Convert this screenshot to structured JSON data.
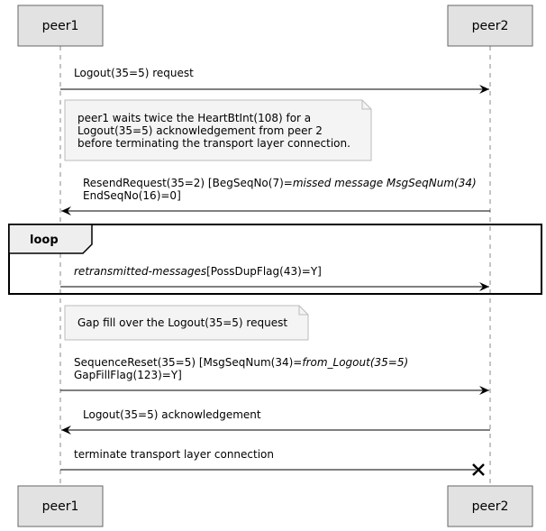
{
  "participants": {
    "left": "peer1",
    "right": "peer2"
  },
  "messages": {
    "m1": "Logout(35=5) request",
    "m2_line1_a": "ResendRequest(35=2) [BegSeqNo(7)=",
    "m2_line1_b": "missed message MsgSeqNum(34)",
    "m2_line2": "EndSeqNo(16)=0]",
    "m3_a": "retransmitted-messages",
    "m3_b": "[PossDupFlag(43)=Y]",
    "m4_line1_a": "SequenceReset(35=5) [MsgSeqNum(34)=",
    "m4_line1_b": "from_Logout(35=5)",
    "m4_line2": "GapFillFlag(123)=Y]",
    "m5": "Logout(35=5) acknowledgement",
    "m6": "terminate transport layer connection"
  },
  "notes": {
    "n1_line1": "peer1 waits twice the HeartBtInt(108) for a",
    "n1_line2": "Logout(35=5) acknowledgement from peer 2",
    "n1_line3": "before terminating the transport layer connection.",
    "n2": "Gap fill over the Logout(35=5) request"
  },
  "loop_label": "loop"
}
